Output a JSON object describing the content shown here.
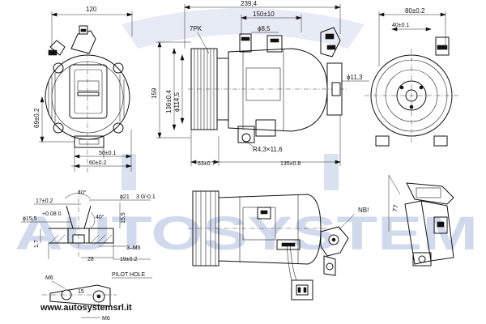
{
  "watermark": {
    "text": "AUTOSYSTEM",
    "color": "#c9d3ea"
  },
  "website": "www.autosystemsrl.it",
  "front_view": {
    "width": "120",
    "height": "69±0.2",
    "offset_a": "50±0.1",
    "offset_b": "60±0.2"
  },
  "side_view": {
    "overall_length": "239,4",
    "port_spacing": "150±10",
    "port_dia": "ϕ8,5",
    "belt": "7PK",
    "flange_height": "159",
    "pulley_dia_1": "136±0.4",
    "pulley_dia_2": "ϕ114,5",
    "boss_dia": "ϕ11,3",
    "mount_hole": "R4,3×11,6",
    "offset_front": "63±0.7",
    "offset_rear": "135±0.8"
  },
  "rear_view": {
    "width": "80±0.2",
    "inner": "40±0.1"
  },
  "port_detail": {
    "angle_top": "40°",
    "angle_mid": "40°",
    "dia_17": "17±0.2",
    "dia_21": "ϕ21",
    "tol_21": "3 0/-0.1",
    "dia_15": "ϕ15,5",
    "tol_15": "+0.08 0",
    "depth_155": "15,5",
    "height_17": "1,7",
    "len_28": "28",
    "len_19": "19±0.2",
    "thread": "3–M6"
  },
  "pilot": {
    "label": "PILOT HOLE",
    "thread_top": "M6",
    "thread_bottom": "M6",
    "depth": "15"
  },
  "lower_view": {
    "note": "NB!",
    "angle": "77"
  }
}
